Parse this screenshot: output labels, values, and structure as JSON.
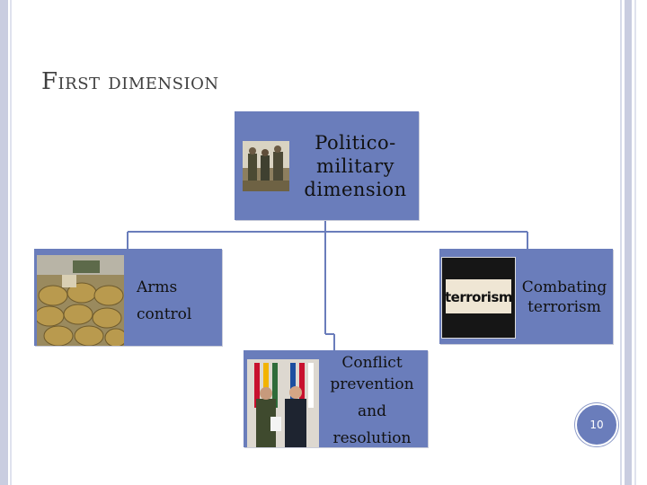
{
  "slide": {
    "title": "First dimension",
    "page_number": "10"
  },
  "diagram": {
    "root": {
      "label_lines": [
        "Politico-",
        "military",
        "dimension"
      ]
    },
    "children": [
      {
        "id": "arms",
        "label_lines": [
          "Arms",
          "control"
        ]
      },
      {
        "id": "conflict",
        "label_lines": [
          "Conflict",
          "prevention",
          "and",
          "resolution"
        ]
      },
      {
        "id": "terror",
        "label_lines": [
          "Combating",
          "terrorism"
        ]
      }
    ],
    "images": {
      "terrorism_text": "terrorism"
    }
  },
  "colors": {
    "node_fill": "#6a7dbb",
    "connector": "#6a7dbb",
    "title_text": "#3f3f3f"
  }
}
